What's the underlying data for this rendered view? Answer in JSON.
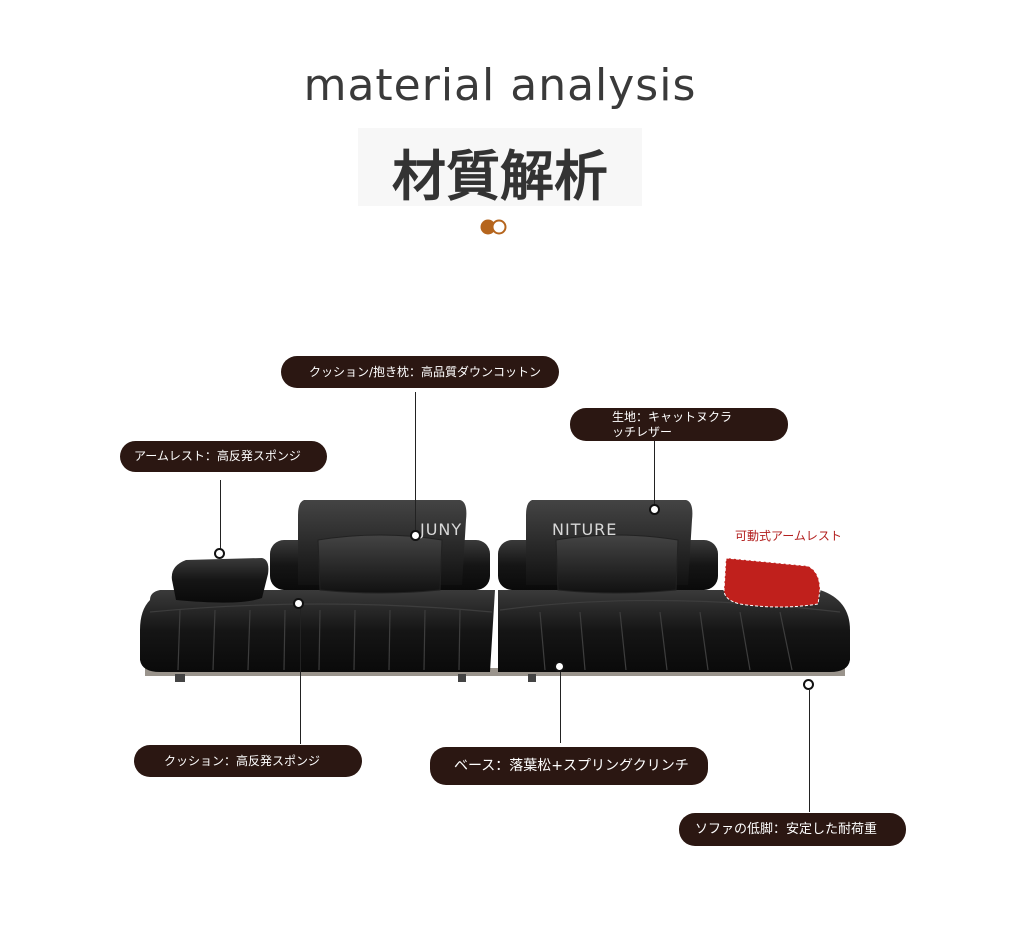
{
  "header": {
    "title_en": "material analysis",
    "title_jp": "材質解析"
  },
  "callouts": {
    "cushion_pillow": "クッション/抱き枕：高品質ダウンコットン",
    "fabric": "生地：キャットヌクラッチレザー",
    "armrest": "アームレスト：高反発スポンジ",
    "seat_cushion": "クッション：高反発スポンジ",
    "base": "ベース：落葉松+スプリングクリンチ",
    "legs": "ソファの低脚：安定した耐荷重"
  },
  "movable_armrest_label": "可動式アームレスト",
  "watermark": {
    "left": "JUNY",
    "right": "NITURE"
  },
  "colors": {
    "callout_bg": "#2b1712",
    "accent_orange": "#b5651d",
    "armrest_red": "#c0201c",
    "leather_black": "#1a1a1a"
  }
}
